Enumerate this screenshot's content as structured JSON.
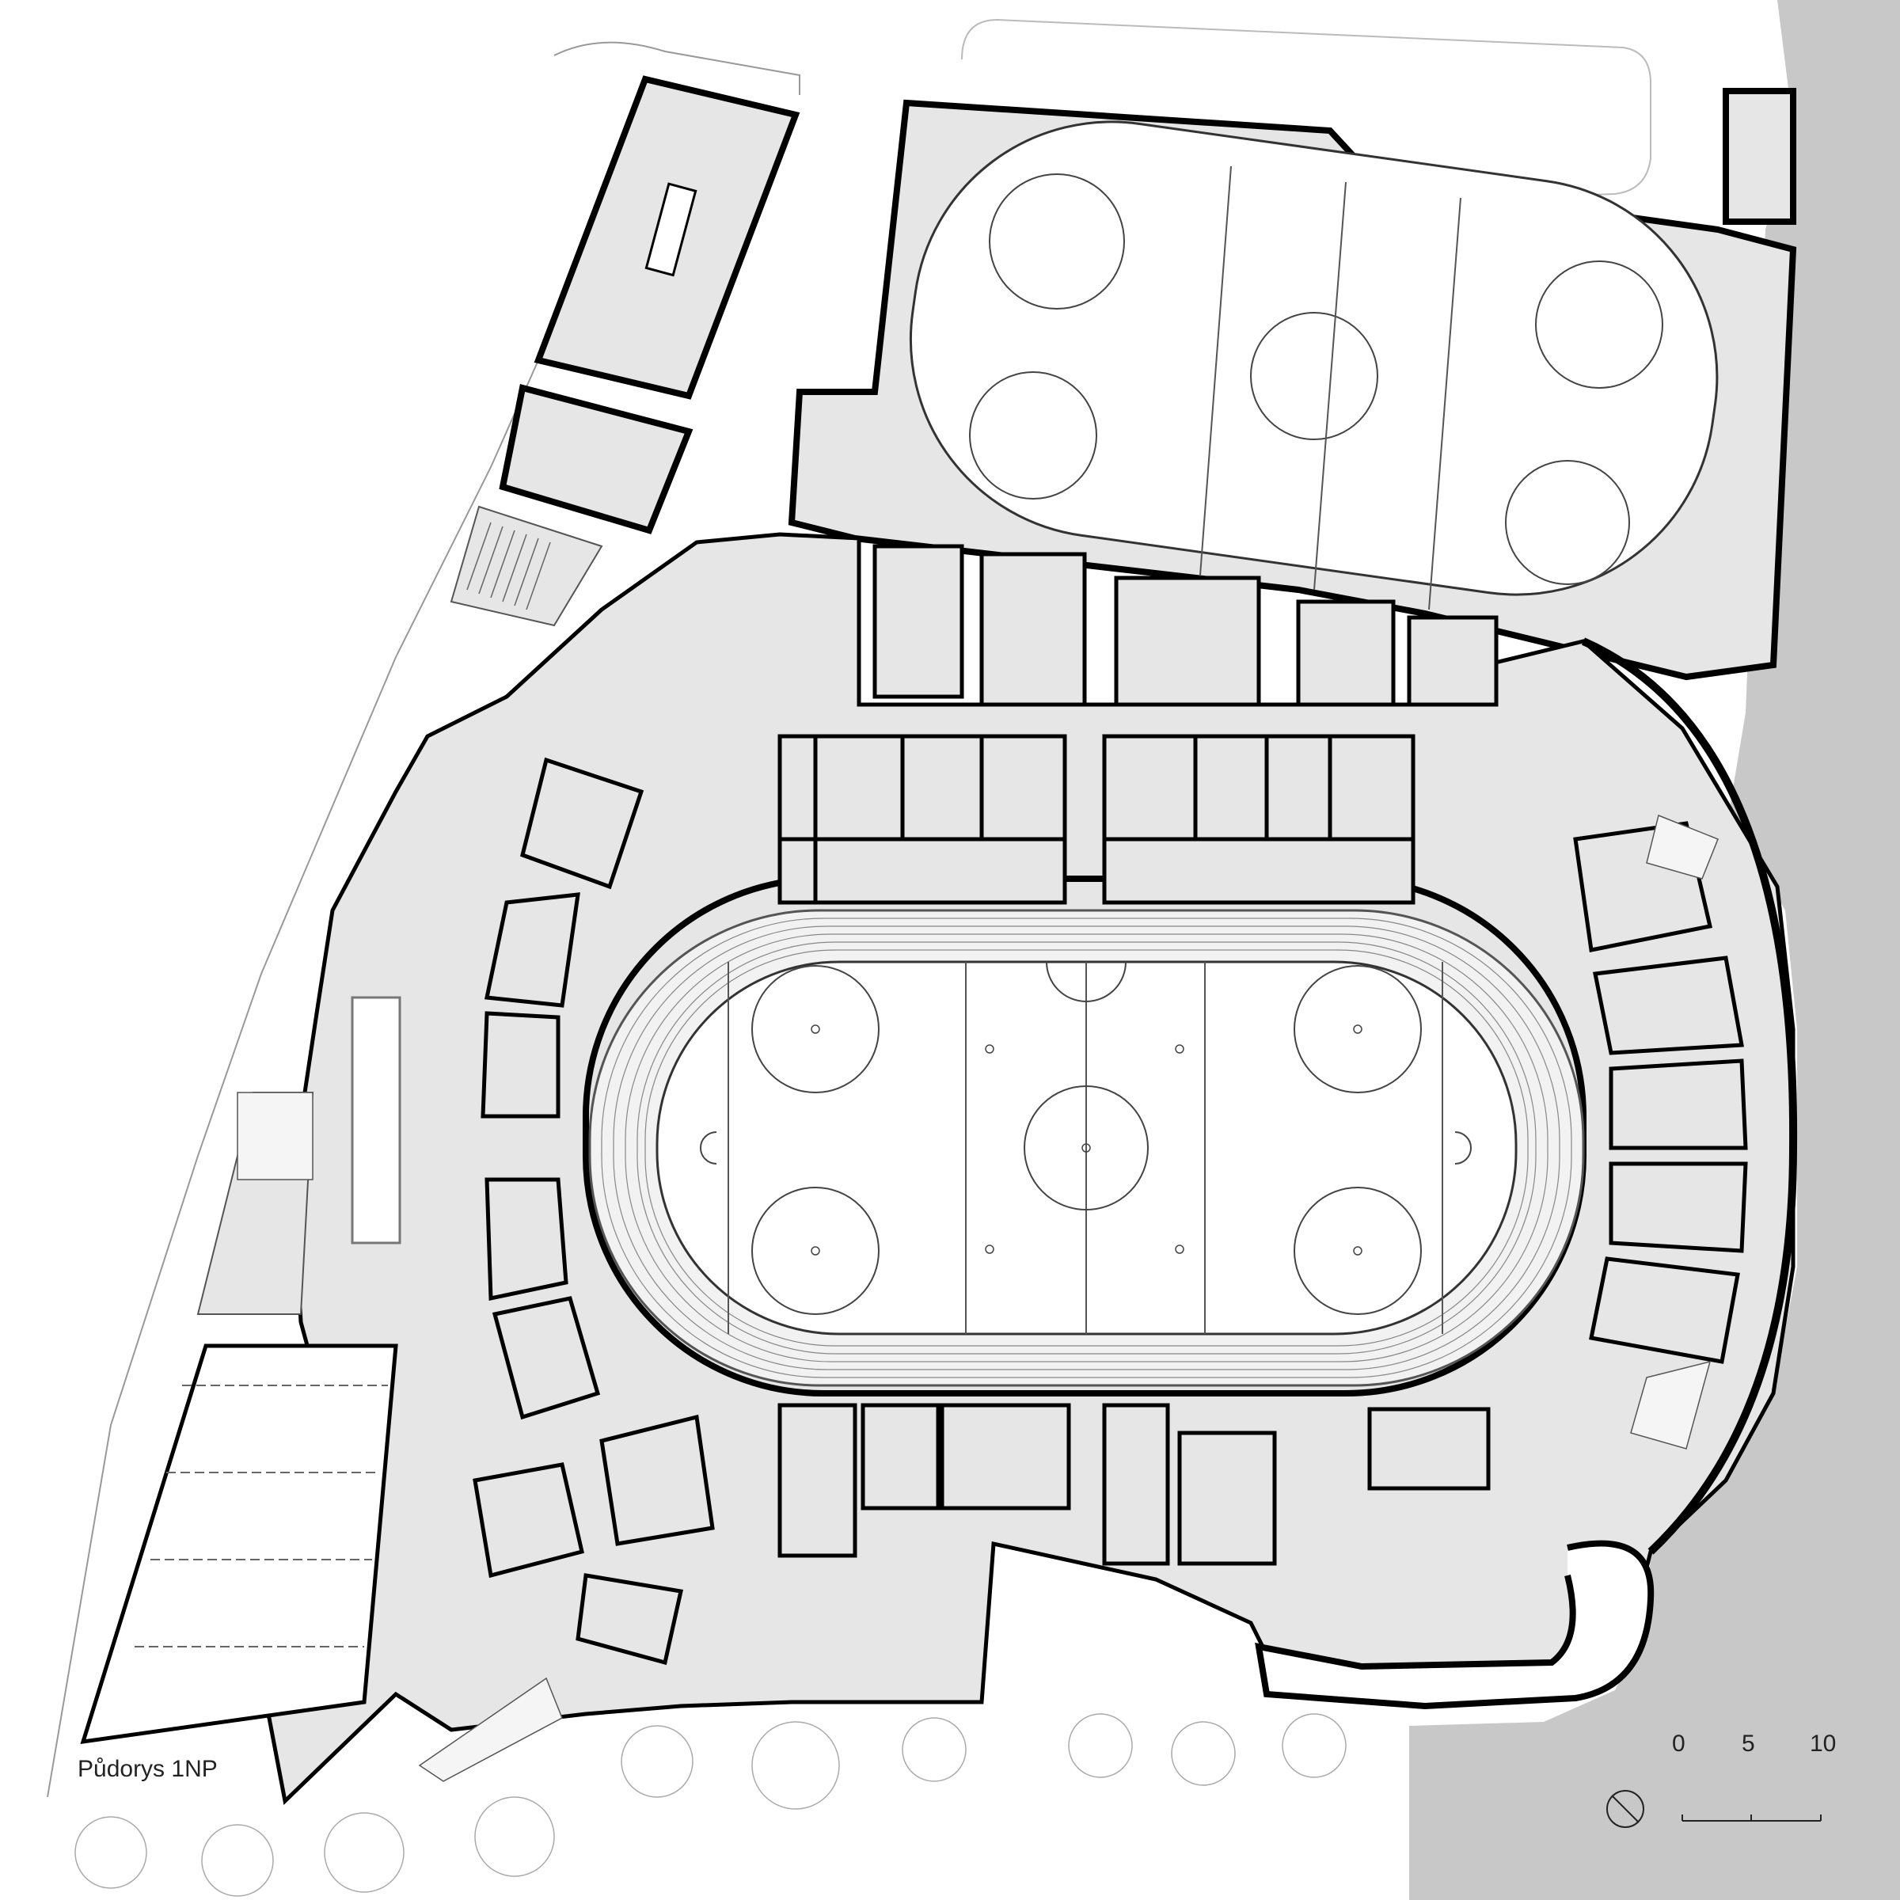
{
  "title": "Půdorys 1NP",
  "scale_labels": [
    "0",
    "5",
    "10"
  ],
  "colors": {
    "background": "#ffffff",
    "floor_fill": "#e6e6e6",
    "water": "#c8c8c8",
    "wall": "#000000",
    "line": "#555555",
    "light_line": "#aaaaaa"
  },
  "icons": {
    "north_arrow": "north-arrow-icon",
    "scale_bar": "scale-bar-icon"
  }
}
